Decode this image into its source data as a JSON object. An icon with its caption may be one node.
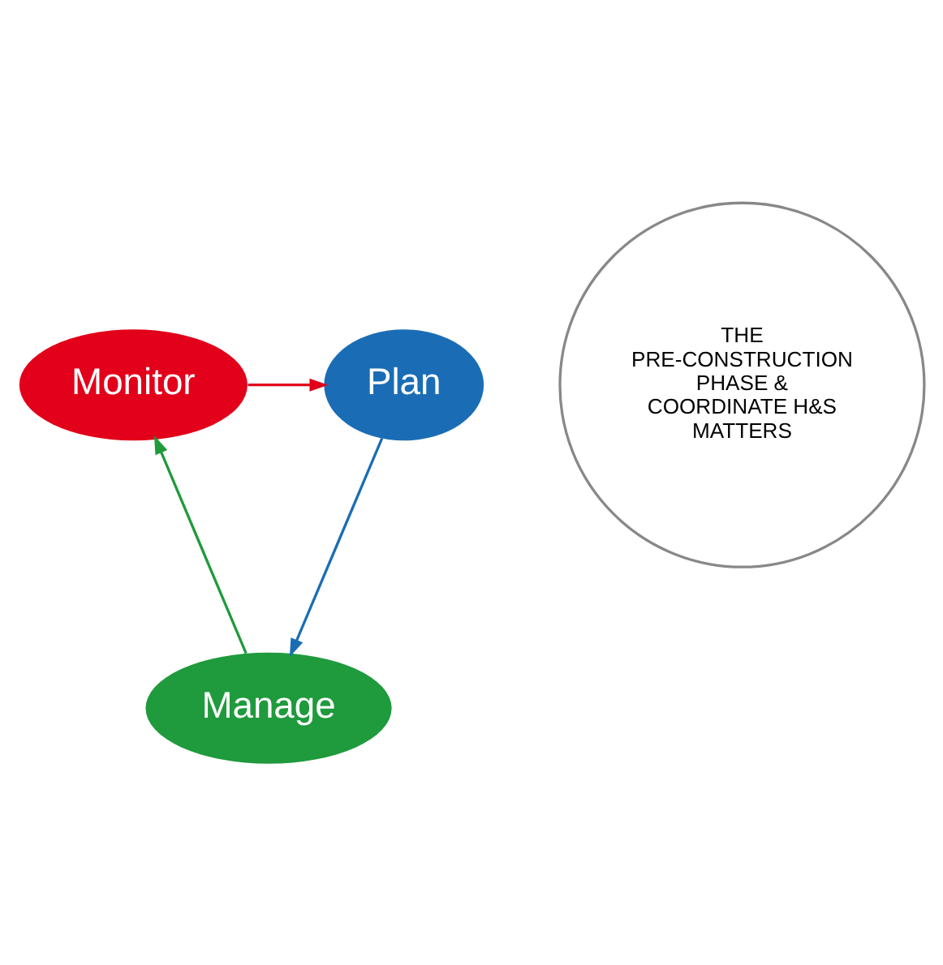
{
  "diagram": {
    "nodes": [
      {
        "text": [
          "Plan"
        ]
      },
      {
        "text": [
          "Monitor"
        ]
      },
      {
        "text": [
          "Manage"
        ]
      },
      {
        "text": [
          "THE PRE-CONSTRUCTION PHASE & COORDINATE H&S MATTERS"
        ]
      }
    ],
    "edges": [
      {
        "from": 1,
        "to": 0,
        "arrow": "to",
        "color": "#e2001a"
      },
      {
        "from": 0,
        "to": 2,
        "arrow": "to",
        "color": "#1a6db5"
      },
      {
        "from": 2,
        "to": 1,
        "arrow": "to",
        "color": "#1f9a3c"
      }
    ]
  }
}
